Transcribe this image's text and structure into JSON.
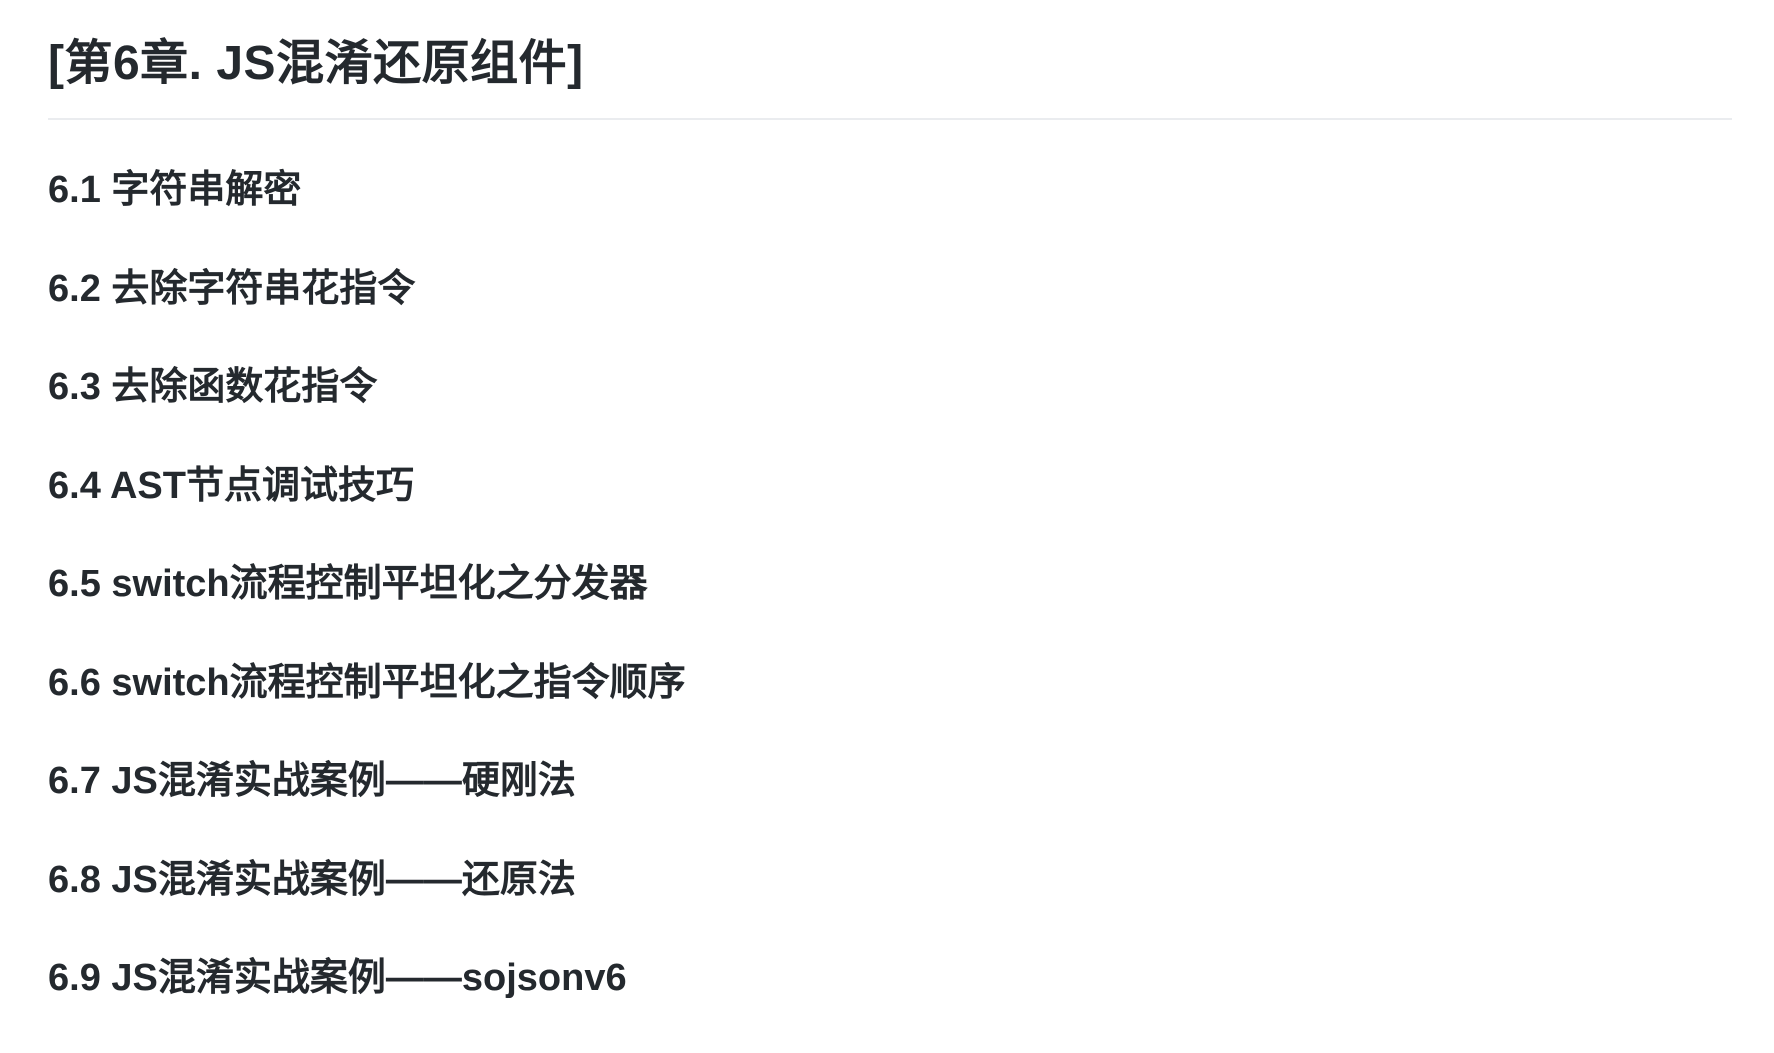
{
  "chapter": {
    "title": "[第6章. JS混淆还原组件]"
  },
  "sections": [
    {
      "label": "6.1 字符串解密"
    },
    {
      "label": "6.2 去除字符串花指令"
    },
    {
      "label": "6.3 去除函数花指令"
    },
    {
      "label": "6.4 AST节点调试技巧"
    },
    {
      "label": "6.5 switch流程控制平坦化之分发器"
    },
    {
      "label": "6.6 switch流程控制平坦化之指令顺序"
    },
    {
      "label": "6.7 JS混淆实战案例——硬刚法"
    },
    {
      "label": "6.8 JS混淆实战案例——还原法"
    },
    {
      "label": "6.9 JS混淆实战案例——sojsonv6"
    }
  ]
}
